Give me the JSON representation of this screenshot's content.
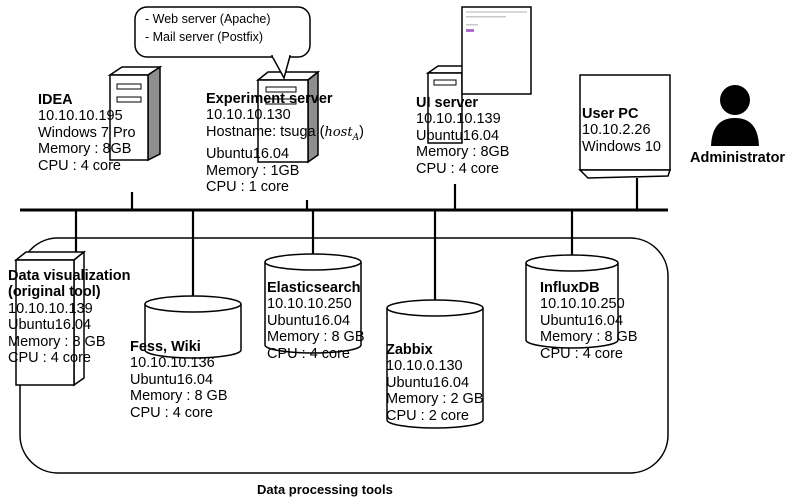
{
  "bubble": {
    "lines": [
      "- Web server (Apache)",
      "- Mail server (Postfix)"
    ]
  },
  "nodes": {
    "idea": {
      "title": "IDEA",
      "lines": [
        "10.10.10.195",
        "Windows 7 Pro",
        "Memory : 8GB",
        "CPU : 4 core"
      ]
    },
    "experiment": {
      "title": "Experiment server",
      "ip": "10.10.10.130",
      "hostname_prefix": "Hostname: tsuga (",
      "hostname_var": "host",
      "hostname_sub": "A",
      "hostname_suffix": ")",
      "lines": [
        "Ubuntu16.04",
        "Memory : 1GB",
        "CPU : 1 core"
      ]
    },
    "ui": {
      "title": "UI server",
      "lines": [
        "10.10.10.139",
        "Ubuntu16.04",
        "Memory : 8GB",
        "CPU : 4 core"
      ]
    },
    "userpc": {
      "title": "User PC",
      "lines": [
        "10.10.2.26",
        "Windows 10"
      ]
    },
    "admin": {
      "label": "Administrator"
    },
    "dataviz": {
      "title_lines": [
        "Data visualization",
        "(original tool)"
      ],
      "lines": [
        "10.10.10.139",
        "Ubuntu16.04",
        "Memory : 8 GB",
        "CPU : 4 core"
      ]
    },
    "fess": {
      "title": "Fess, Wiki",
      "lines": [
        "10.10.10.136",
        "Ubuntu16.04",
        "Memory : 8 GB",
        "CPU : 4 core"
      ]
    },
    "elastic": {
      "title": "Elasticsearch",
      "lines": [
        "10.10.10.250",
        "Ubuntu16.04",
        "Memory : 8 GB",
        "CPU : 4 core"
      ]
    },
    "zabbix": {
      "title": "Zabbix",
      "lines": [
        "10.10.0.130",
        "Ubuntu16.04",
        "Memory : 2 GB",
        "CPU : 2 core"
      ]
    },
    "influx": {
      "title": "InfluxDB",
      "lines": [
        "10.10.10.250",
        "Ubuntu16.04",
        "Memory : 8 GB",
        "CPU : 4 core"
      ]
    }
  },
  "group": {
    "label": "Data processing tools"
  },
  "colors": {
    "stroke": "#000000",
    "server_fill": "#ffffff",
    "server_shadow": "#9a9a9a",
    "accent": "#b070d0"
  }
}
